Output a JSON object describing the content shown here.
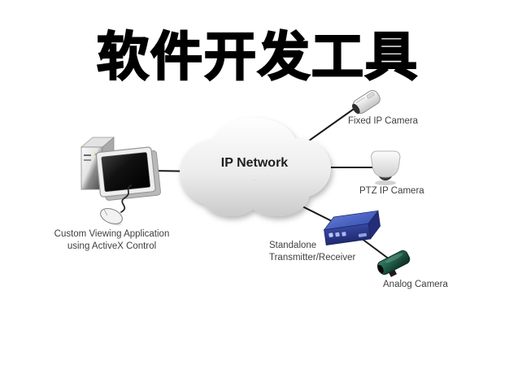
{
  "title": "软件开发工具",
  "cloud": {
    "label": "IP Network"
  },
  "devices": {
    "viewer": {
      "line1": "Custom Viewing Application",
      "line2": "using ActiveX Control"
    },
    "fixed_camera": {
      "label": "Fixed IP Camera"
    },
    "ptz_camera": {
      "label": "PTZ IP Camera"
    },
    "transmitter": {
      "line1": "Standalone",
      "line2": "Transmitter/Receiver"
    },
    "analog_camera": {
      "label": "Analog Camera"
    }
  },
  "colors": {
    "background": "#ffffff",
    "title": "#000000",
    "label": "#3f3f3f",
    "connection_line": "#1a1a1a",
    "cloud_top": "#fefefe",
    "cloud_bottom": "#c9c9c9",
    "transmitter_blue": "#33429e",
    "analog_green": "#2a6a52"
  }
}
